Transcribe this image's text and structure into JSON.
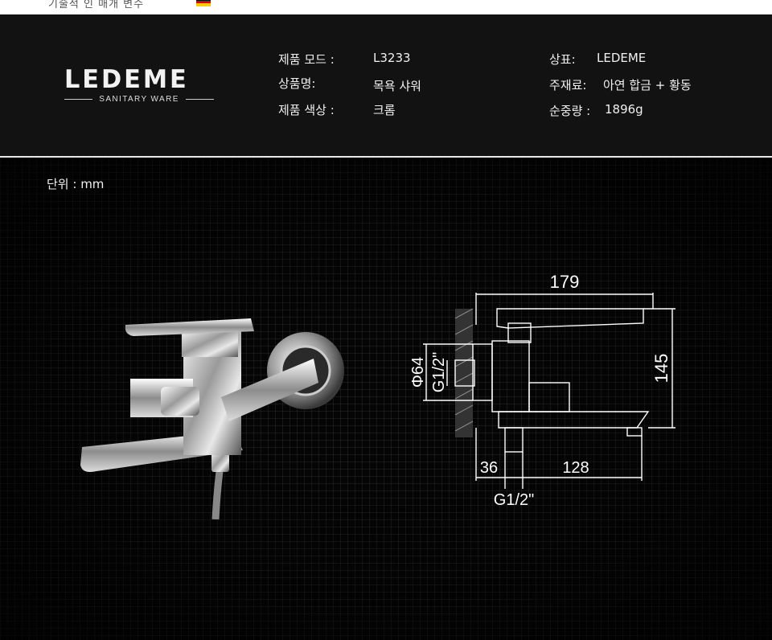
{
  "top_bar": {
    "text": "기술적 인 매개 변수"
  },
  "logo": {
    "brand": "LEDEME",
    "tagline": "SANITARY WARE"
  },
  "specs": {
    "model_label": "제품 모드 :",
    "model_value": "L3233",
    "name_label": "상품명:",
    "name_value": "목욕 샤워",
    "color_label": "제품 색상 :",
    "color_value": "크롬",
    "brand_label": "상표:",
    "brand_value": "LEDEME",
    "material_label": "주재료:",
    "material_value": "아연 합금 + 황동",
    "weight_label": "순중량 :",
    "weight_value": "1896g"
  },
  "unit_label": "단위 : mm",
  "dimensions": {
    "width_total": "179",
    "height": "145",
    "diameter": "Φ64",
    "thread_vertical": "G1/2\"",
    "offset": "36",
    "spout_length": "128",
    "thread_bottom": "G1/2\""
  },
  "colors": {
    "background": "#000000",
    "header_bg": "#121212",
    "text": "#f0f0f0",
    "flag": [
      "#111111",
      "#dd0000",
      "#ffcc00"
    ]
  }
}
